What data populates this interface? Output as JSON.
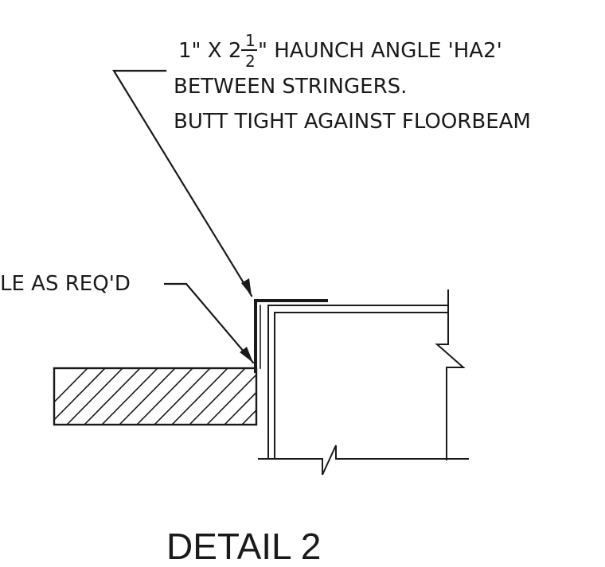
{
  "note_top": {
    "line1_prefix": "1\" X 2",
    "fraction_numerator": "1",
    "fraction_denominator": "2",
    "line1_suffix": "\" HAUNCH ANGLE 'HA2'",
    "line2": "BETWEEN STRINGERS.",
    "line3": "BUTT TIGHT AGAINST FLOORBEAM"
  },
  "note_left": "LE AS REQ'D",
  "title": "DETAIL 2",
  "colors": {
    "ink": "#1a1a1a",
    "background": "#ffffff"
  }
}
